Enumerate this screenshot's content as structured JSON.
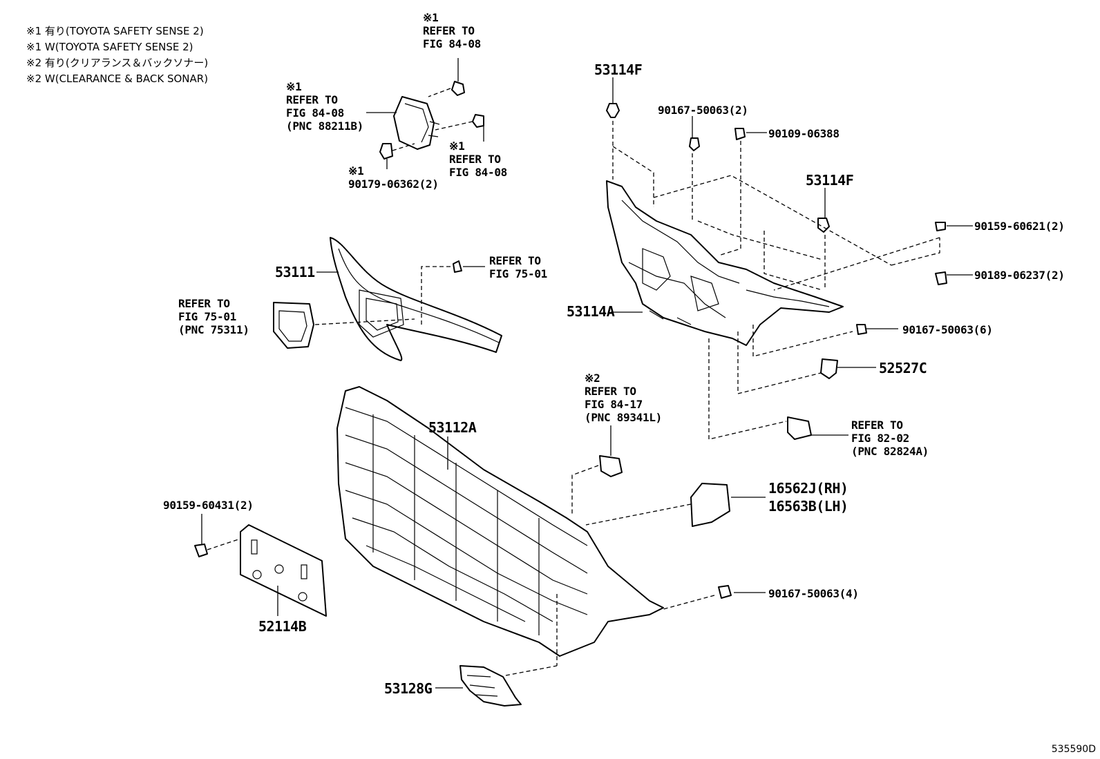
{
  "legend": [
    "※1  有り(TOYOTA SAFETY SENSE 2)",
    "※1  W(TOYOTA SAFETY SENSE 2)",
    "※2  有り(クリアランス＆バックソナー)",
    "※2  W(CLEARANCE & BACK SONAR)"
  ],
  "labels": {
    "ref_fig_84_08_top": [
      "※1",
      "REFER TO",
      "FIG 84-08"
    ],
    "ref_fig_84_08_pnc": [
      "※1",
      "REFER TO",
      "FIG 84-08",
      "(PNC 88211B)"
    ],
    "ref_fig_84_08_right": [
      "※1",
      "REFER TO",
      "FIG 84-08"
    ],
    "part_90179": [
      "※1",
      "90179-06362(2)"
    ],
    "part_53114f_top": "53114F",
    "part_90167_2": "90167-50063(2)",
    "part_90109": "90109-06388",
    "part_53114f_right": "53114F",
    "part_90159_60621": "90159-60621(2)",
    "part_90189": "90189-06237(2)",
    "part_53111": "53111",
    "ref_fig_75_01_right": [
      "REFER TO",
      "FIG 75-01"
    ],
    "ref_fig_75_01_pnc": [
      "REFER TO",
      "FIG 75-01",
      "(PNC 75311)"
    ],
    "part_53114a": "53114A",
    "part_90167_6": "90167-50063(6)",
    "part_52527c": "52527C",
    "ref_fig_84_17": [
      "※2",
      "REFER TO",
      "FIG 84-17",
      "(PNC 89341L)"
    ],
    "part_53112a": "53112A",
    "ref_fig_82_02": [
      "REFER TO",
      "FIG 82-02",
      "(PNC 82824A)"
    ],
    "part_16562j": "16562J(RH)",
    "part_16563b": "16563B(LH)",
    "part_90159_60431": "90159-60431(2)",
    "part_90167_4": "90167-50063(4)",
    "part_52114b": "52114B",
    "part_53128g": "53128G"
  },
  "diagram_code": "535590D"
}
